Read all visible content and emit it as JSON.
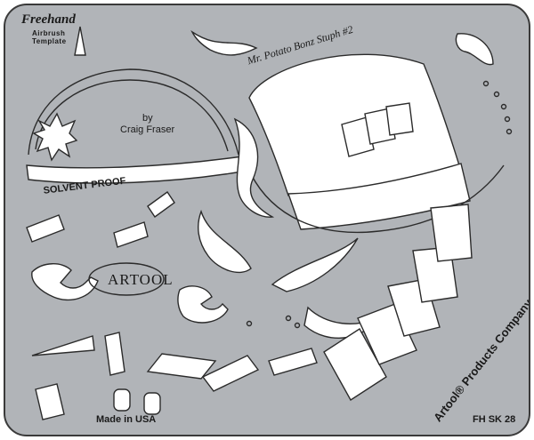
{
  "brand": {
    "wordmark": "Freehand",
    "subtitle_line1": "Airbrush",
    "subtitle_line2": "Template"
  },
  "credits": {
    "by": "by",
    "author": "Craig Fraser"
  },
  "labels": {
    "solvent_proof": "SOLVENT PROOF",
    "title": "Mr. Potato Bonz Stuph #2",
    "made_in": "Made in USA",
    "product_code": "FH SK 28",
    "company": "Artool® Products Company, Inc.",
    "logo_text": "ARTOOL"
  },
  "colors": {
    "plate": "#b1b4b8",
    "cutout": "#ffffff",
    "outline": "#2b2b2b"
  }
}
